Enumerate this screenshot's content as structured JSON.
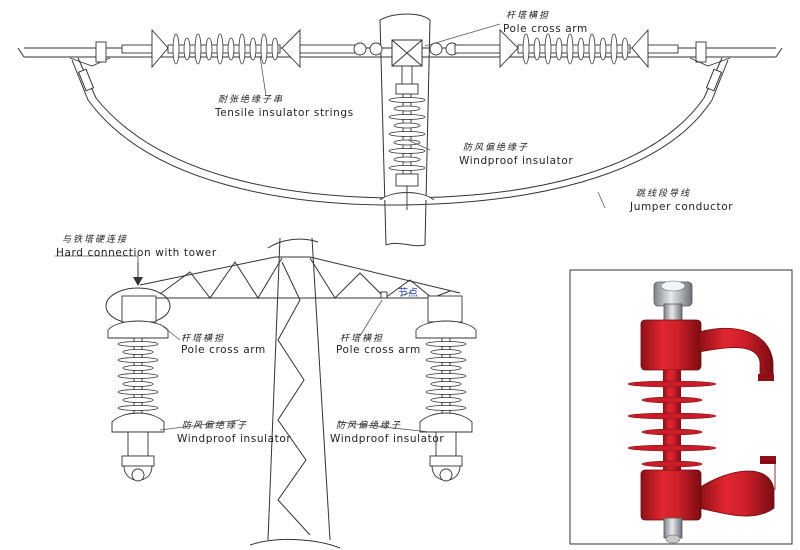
{
  "labels": {
    "top_cross_arm_zh": "杆塔横担",
    "top_cross_arm_en": "Pole cross arm",
    "tensile_zh": "耐张绝缘子串",
    "tensile_en": "Tensile insulator strings",
    "windproof_top_zh": "防风偏绝缘子",
    "windproof_top_en": "Windproof insulator",
    "jumper_zh": "跳线段导线",
    "jumper_en": "Jumper conductor",
    "hard_conn_zh": "与铁塔硬连接",
    "hard_conn_en": "Hard connection with tower",
    "left_cross_arm_zh": "杆塔横担",
    "left_cross_arm_en": "Pole cross arm",
    "right_cross_arm_zh": "杆塔横担",
    "right_cross_arm_en": "Pole cross arm",
    "node": "节点",
    "left_windproof_zh": "防风偏绝缘子",
    "left_windproof_en": "Windproof insulator",
    "right_windproof_zh": "防风偏绝缘子",
    "right_windproof_en": "Windproof insulator"
  },
  "colors": {
    "line": "#333333",
    "node_label": "#2a46c8",
    "insulator_red": "#d0202a",
    "insulator_red_dark": "#8e0f15",
    "fitting_grey": "#b9bcc2"
  }
}
